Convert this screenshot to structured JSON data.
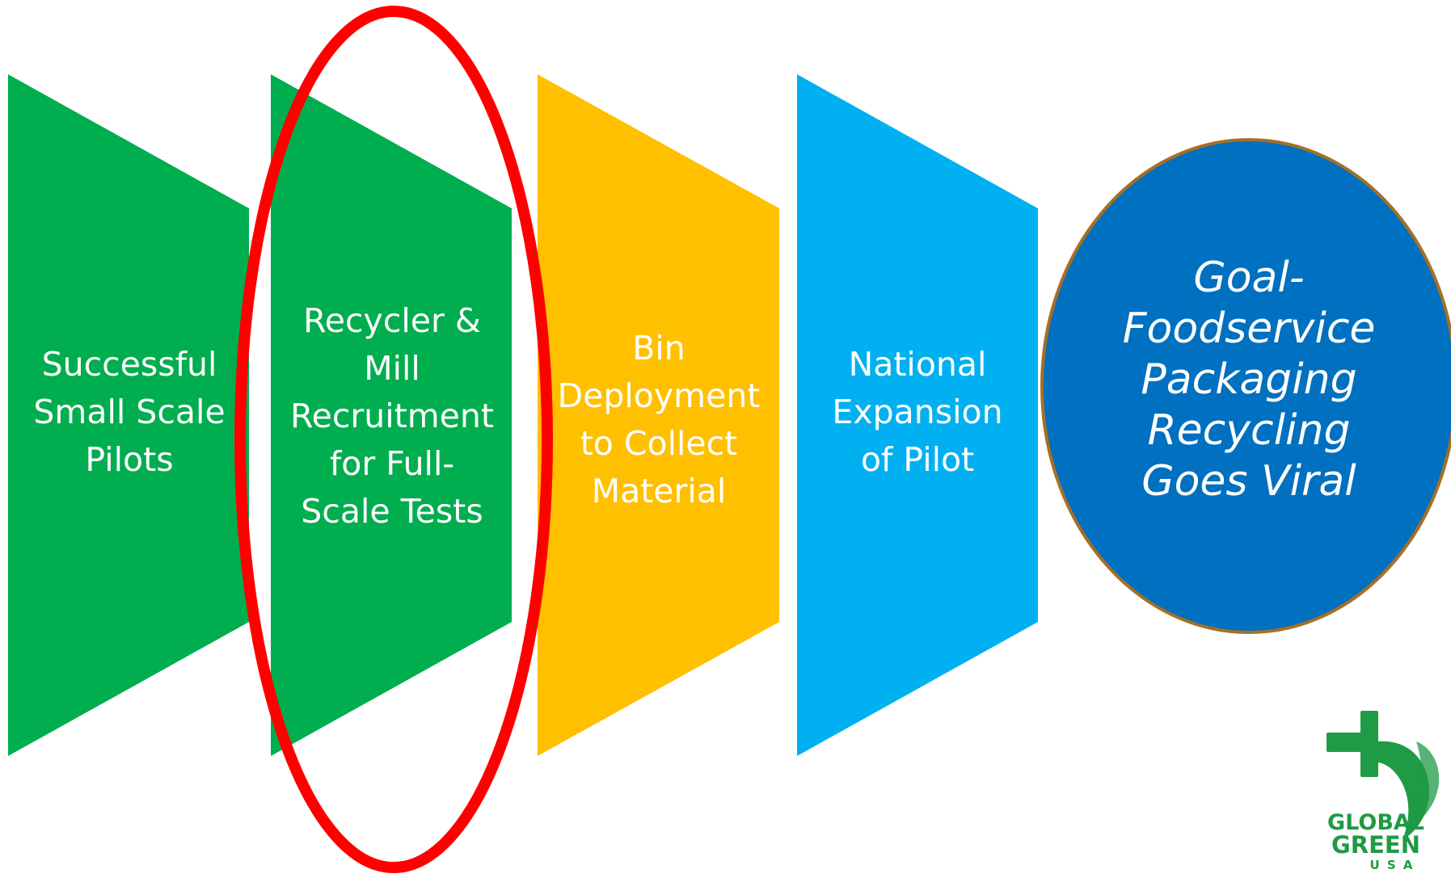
{
  "steps": [
    {
      "label": "Successful\nSmall Scale\nPilots",
      "color": "#00ad4f"
    },
    {
      "label": "Recycler &\nMill\nRecruitment\nfor Full-\nScale Tests",
      "color": "#00ad4f"
    },
    {
      "label": "Bin\nDeployment\nto Collect\nMaterial",
      "color": "#ffc000"
    },
    {
      "label": "National\nExpansion\nof Pilot",
      "color": "#00b0f0"
    }
  ],
  "goal": {
    "label": "Goal-\nFoodservice\nPackaging\nRecycling\nGoes Viral",
    "fill": "#0070c0",
    "border": "#a66f25"
  },
  "highlight": {
    "target": "step-2",
    "color": "#ff0000"
  },
  "logo": {
    "line1": "GLOBAL",
    "line2": "GREEN",
    "line3": "U S A",
    "color": "#1f9a45"
  }
}
